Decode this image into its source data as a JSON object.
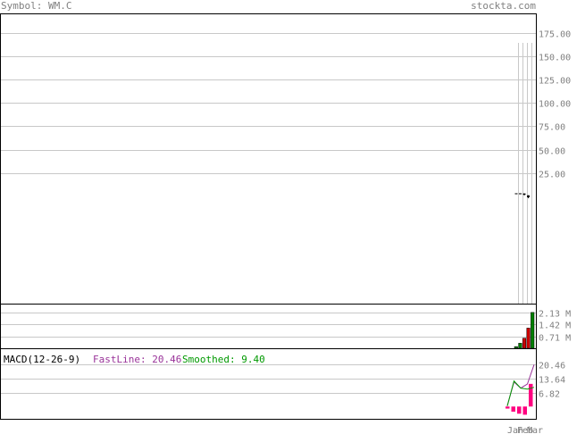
{
  "header": {
    "symbol_label": "Symbol: WM.C",
    "brand": "stockta.com"
  },
  "macd_legend": {
    "title": "MACD(12-26-9)",
    "fastline_label": "FastLine: 20.46",
    "smoothed_label": "Smoothed: 9.40"
  },
  "colors": {
    "up_volume": "#008000",
    "down_volume": "#cc0000",
    "fastline": "#993399",
    "smoothed": "#009900",
    "histogram": "#ff0080",
    "grid": "#c8c8c8"
  },
  "chart_data": [
    {
      "type": "candlestick",
      "panel": "price",
      "y_ticks": [
        {
          "value": 175,
          "label": "175.00"
        },
        {
          "value": 150,
          "label": "150.00"
        },
        {
          "value": 125,
          "label": "125.00"
        },
        {
          "value": 100,
          "label": "100.00"
        },
        {
          "value": 75,
          "label": "75.00"
        },
        {
          "value": 50,
          "label": "50.00"
        },
        {
          "value": 25,
          "label": "25.00"
        }
      ],
      "ylim": [
        -115,
        195
      ],
      "candles": [
        {
          "open": 3.2,
          "high": 3.2,
          "low": 3.2,
          "close": 3.2
        },
        {
          "open": 3.2,
          "high": 3.2,
          "low": 3.2,
          "close": 3.2
        },
        {
          "open": 3.0,
          "high": 3.0,
          "low": 1.8,
          "close": 1.8
        },
        {
          "open": 1.0,
          "high": 1.0,
          "low": -1.0,
          "close": -1.0
        }
      ]
    },
    {
      "type": "bar",
      "panel": "volume",
      "y_ticks": [
        {
          "value": 2.13,
          "label": "2.13 M"
        },
        {
          "value": 1.42,
          "label": "1.42 M"
        },
        {
          "value": 0.71,
          "label": "0.71 M"
        }
      ],
      "ylim": [
        0,
        2.6
      ],
      "values": [
        0.1,
        0.3,
        0.6,
        1.2,
        2.13
      ],
      "directions": [
        "up",
        "up",
        "down",
        "down",
        "up"
      ]
    },
    {
      "type": "line",
      "panel": "macd",
      "y_ticks": [
        {
          "value": 20.46,
          "label": "20.46"
        },
        {
          "value": 13.64,
          "label": "13.64"
        },
        {
          "value": 6.82,
          "label": "6.82"
        }
      ],
      "ylim": [
        -6,
        28
      ],
      "x_ticks": [
        "Jan",
        "Feb",
        "Mar"
      ],
      "series": [
        {
          "name": "FastLine",
          "values": [
            0.5,
            12.0,
            9.0,
            11.0,
            20.46
          ]
        },
        {
          "name": "Smoothed",
          "values": [
            0.2,
            12.5,
            9.0,
            8.5,
            9.4
          ]
        }
      ],
      "histogram": [
        -1.0,
        -2.5,
        -3.5,
        -4.0,
        11.06
      ]
    }
  ]
}
